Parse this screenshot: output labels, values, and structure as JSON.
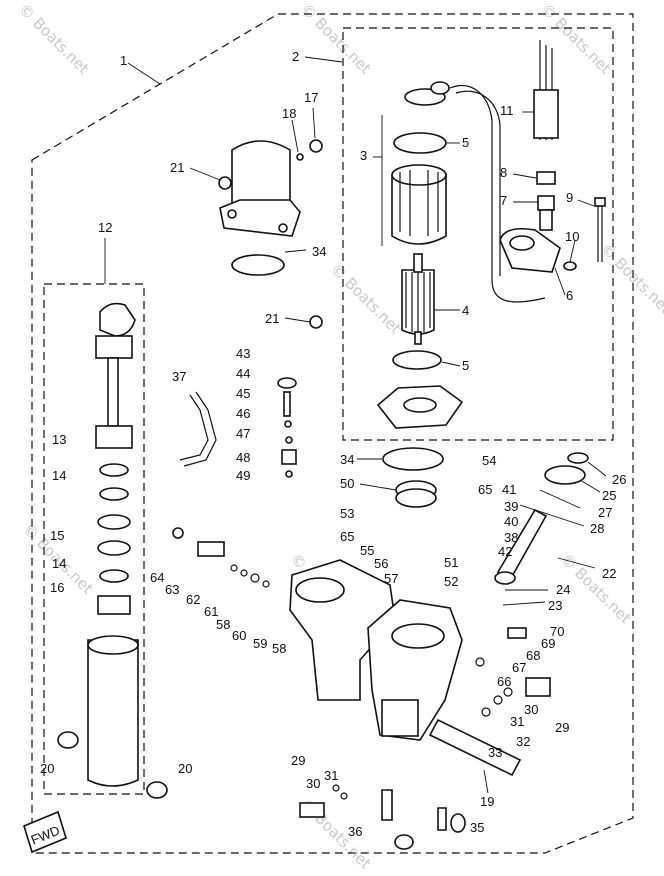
{
  "watermark": "© Boats.net",
  "fwd_label": "FWD",
  "labels": {
    "l1": "1",
    "l2": "2",
    "l3": "3",
    "l4": "4",
    "l5a": "5",
    "l5b": "5",
    "l6": "6",
    "l7": "7",
    "l8": "8",
    "l9": "9",
    "l10": "10",
    "l11": "11",
    "l12": "12",
    "l13": "13",
    "l14a": "14",
    "l14b": "14",
    "l15": "15",
    "l16": "16",
    "l17": "17",
    "l18": "18",
    "l19": "19",
    "l20a": "20",
    "l20b": "20",
    "l21a": "21",
    "l21b": "21",
    "l22": "22",
    "l23": "23",
    "l24": "24",
    "l25": "25",
    "l26": "26",
    "l27": "27",
    "l28": "28",
    "l29a": "29",
    "l29b": "29",
    "l30a": "30",
    "l30b": "30",
    "l31a": "31",
    "l31b": "31",
    "l32": "32",
    "l33": "33",
    "l34a": "34",
    "l34b": "34",
    "l35": "35",
    "l36": "36",
    "l37": "37",
    "l38": "38",
    "l39": "39",
    "l40": "40",
    "l41": "41",
    "l42": "42",
    "l43": "43",
    "l44": "44",
    "l45": "45",
    "l46": "46",
    "l47": "47",
    "l48": "48",
    "l49": "49",
    "l50": "50",
    "l51": "51",
    "l52": "52",
    "l53": "53",
    "l54": "54",
    "l55": "55",
    "l56": "56",
    "l57": "57",
    "l58a": "58",
    "l58b": "58",
    "l59": "59",
    "l60": "60",
    "l61": "61",
    "l62": "62",
    "l63": "63",
    "l64": "64",
    "l65a": "65",
    "l65b": "65",
    "l66": "66",
    "l67": "67",
    "l68": "68",
    "l69": "69",
    "l70": "70"
  }
}
